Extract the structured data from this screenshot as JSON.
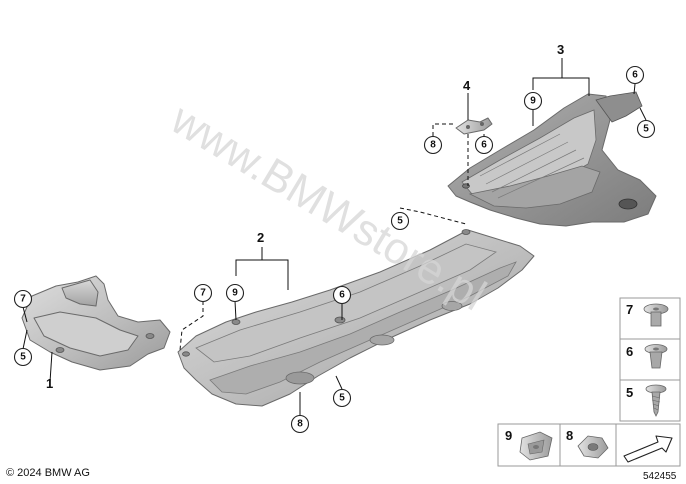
{
  "watermark": "www.BMWstore.pl",
  "copyright": "© 2024 BMW AG",
  "image_number": "542455",
  "part_labels": {
    "p1": "1",
    "p2": "2",
    "p3": "3",
    "p4": "4"
  },
  "callouts": {
    "c5": "5",
    "c6": "6",
    "c7": "7",
    "c8": "8",
    "c9": "9"
  },
  "legend": {
    "l7": "7",
    "l6": "6",
    "l5": "5",
    "l9": "9",
    "l8": "8"
  },
  "colors": {
    "panel_light": "#d4d4d4",
    "panel_mid": "#b9b9b9",
    "panel_dark": "#8f8f8f",
    "watermark": "#d6d6d6"
  }
}
